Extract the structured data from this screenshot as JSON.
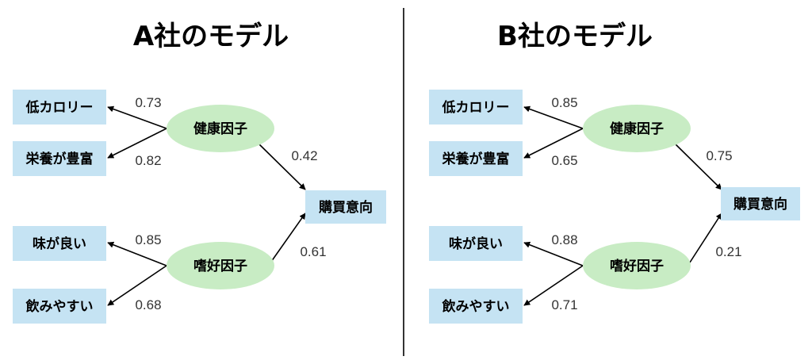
{
  "colors": {
    "observed_box": "#c5e3f3",
    "latent_ellipse": "#c8ecc4",
    "divider": "#000000"
  },
  "models": [
    {
      "title": "A社のモデル",
      "observed": [
        "低カロリー",
        "栄養が豊富",
        "味が良い",
        "飲みやすい"
      ],
      "latent": [
        "健康因子",
        "嗜好因子"
      ],
      "outcome": "購買意向",
      "loadings": [
        "0.73",
        "0.82",
        "0.85",
        "0.68"
      ],
      "paths": [
        "0.42",
        "0.61"
      ]
    },
    {
      "title": "B社のモデル",
      "observed": [
        "低カロリー",
        "栄養が豊富",
        "味が良い",
        "飲みやすい"
      ],
      "latent": [
        "健康因子",
        "嗜好因子"
      ],
      "outcome": "購買意向",
      "loadings": [
        "0.85",
        "0.65",
        "0.88",
        "0.71"
      ],
      "paths": [
        "0.75",
        "0.21"
      ]
    }
  ]
}
